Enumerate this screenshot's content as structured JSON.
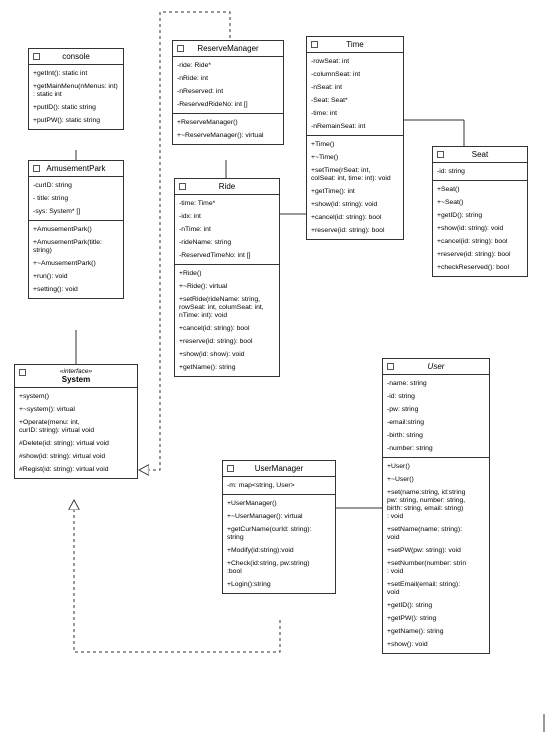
{
  "console": {
    "name": "console",
    "operations": [
      "+getInt(): static int",
      "+getMainMenu(nMenus: int)\n: static int",
      "+putID(): static string",
      "+putPW(): static string"
    ]
  },
  "amusement_park": {
    "name": "AmusementPark",
    "attributes": [
      "-curID: string",
      "- title: string",
      "-sys: System* []"
    ],
    "operations": [
      "+AmusementPark()",
      "+AmusementPark(title:\nstring)",
      "+~AmusementPark()",
      "+run(): void",
      "+setting(): void"
    ]
  },
  "system": {
    "stereotype": "«interface»",
    "name": "System",
    "operations": [
      "+system()",
      "+~system(): virtual",
      "+Operate(menu: int,\ncurID: string): virtual void",
      "#Delete(id: string): virtual void",
      "#show(id: string): virtual void",
      "#Regist(id: string): virtual void"
    ]
  },
  "reserve_manager": {
    "name": "ReserveManager",
    "attributes": [
      "-ride: Ride*",
      "-nRide: int",
      "-nReserved: int",
      "-ReservedRideNo: int []"
    ],
    "operations": [
      "+ReserveManager()",
      "+~ReserveManager(): virtual"
    ]
  },
  "ride": {
    "name": "Ride",
    "attributes": [
      "-time: Time*",
      "-idx: int",
      "-nTime: int",
      "-rideName: string",
      "-ReservedTimeNo: int []"
    ],
    "operations": [
      "+Ride()",
      "+~Ride(): virtual",
      "+setRide(rideName: string,\nrowSeat: int, columSeat: int,\nnTime: int): void",
      "+cancel(id: string): bool",
      "+reserve(id: string): bool",
      "+show(id: show): void",
      "+getName(): string"
    ]
  },
  "time": {
    "name": "Time",
    "attributes": [
      "-rowSeat: int",
      "-columnSeat: int",
      "-nSeat: int",
      "-Seat: Seat*",
      "-time: int",
      "-nRemainSeat: int"
    ],
    "operations": [
      "+Time()",
      "+~Time()",
      "+setTime(rSeat: int,\ncolSeat: int, time: int): void",
      "+getTime(): int",
      "+show(id: string): void",
      "+cancel(id: string): bool",
      "+reserve(id: string): bool"
    ]
  },
  "seat": {
    "name": "Seat",
    "attributes": [
      "-id: string"
    ],
    "operations": [
      "+Seat()",
      "+~Seat()",
      "+getID(): string",
      "+show(id: string): void",
      "+cancel(id: string): bool",
      "+reserve(id: string): bool",
      "+checkReserved(): bool"
    ]
  },
  "user_manager": {
    "name": "UserManager",
    "attributes": [
      "-m: map<string, User>"
    ],
    "operations": [
      "+UserManager()",
      "+~UserManager(): virtual",
      "+getCurName(curId: string):\nstring",
      "+Modify(id:string):void",
      "+Check(id:string, pw:string)\n:bool",
      "+Login():string"
    ]
  },
  "user": {
    "name": "User",
    "attributes": [
      "-name: string",
      "-id: string",
      "-pw: string",
      "-email:string",
      "-birth: string",
      "-number: string"
    ],
    "operations": [
      "+User()",
      "+~User()",
      "+set(name:string, id:string\npw: string, number: string,\nbirth: string, email: string)\n: void",
      "+setName(name: string):\nvoid",
      "+setPW(pw: string): void",
      "+setNumber(number: strin\n: void",
      "+setEmail(email: string):\nvoid",
      "+getID(): string",
      "+getPW(): string",
      "+getName(): string",
      "+show(): void"
    ]
  }
}
